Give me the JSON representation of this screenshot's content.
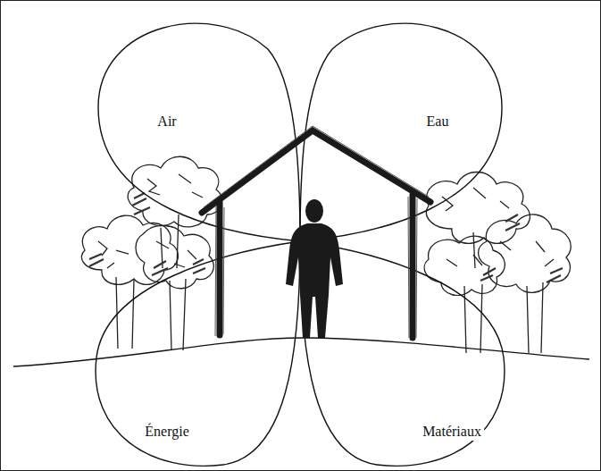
{
  "diagram": {
    "labels": [
      "Air",
      "Eau",
      "Énergie",
      "Matériaux"
    ]
  }
}
